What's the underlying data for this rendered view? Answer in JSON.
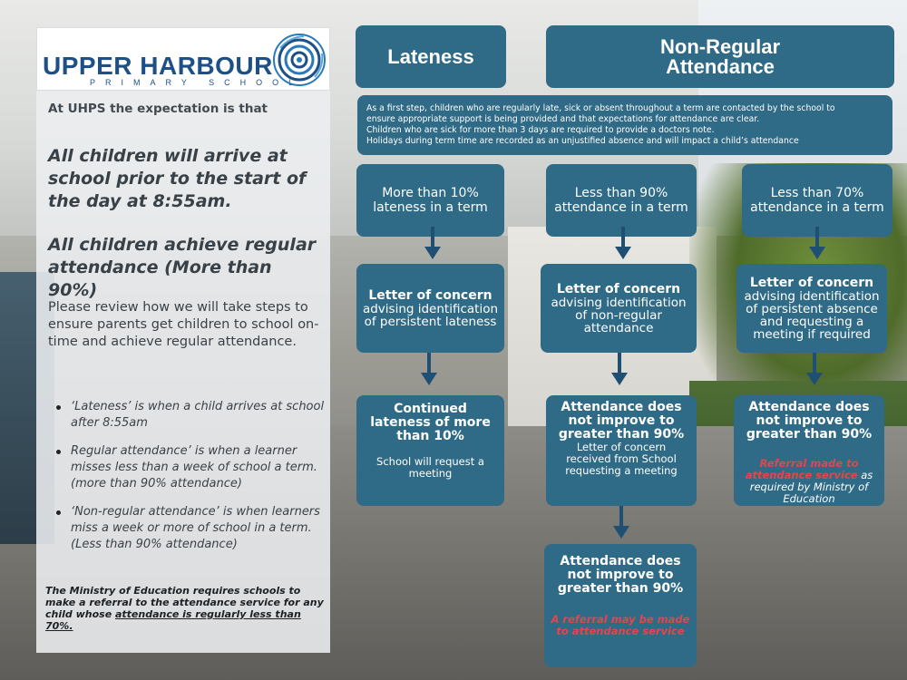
{
  "logo": {
    "main": "UPPER HARBOUR",
    "sub": "PRIMARY SCHOOL",
    "emblem_icon": "swirl-emblem-icon",
    "brand_color": "#1e4f86"
  },
  "left": {
    "intro": "At UHPS the expectation is that",
    "statement1": "All children will arrive at school prior to the start of the day at 8:55am.",
    "statement2": "All children achieve regular attendance (More than 90%)",
    "review": "Please review how we will take steps to ensure parents get children to school on-time and achieve regular attendance.",
    "bullets": [
      "‘Lateness’ is when a child arrives at school after 8:55am",
      "Regular attendance’ is when a learner misses less than a week of school a term. (more than 90% attendance)",
      "‘Non-regular attendance’ is when learners miss a week or more of school in a term. (Less than 90% attendance)"
    ],
    "ministry_pre": "The Ministry of Education requires schools to make a referral to the attendance service for any child whose ",
    "ministry_underlined": "attendance is regularly less than 70%."
  },
  "headers": {
    "lateness": "Lateness",
    "nonregular": "Non-Regular Attendance"
  },
  "info": {
    "lines": [
      "As a first step, children who are regularly late, sick or absent throughout a term are  contacted by the school to",
      "ensure appropriate support is being provided and that expectations for attendance are clear.",
      "Children who are sick for more than 3 days are required to provide a doctors note.",
      "Holidays during term time are recorded as an unjustified absence and will impact a child’s attendance"
    ]
  },
  "columns": {
    "late": {
      "trigger": "More than 10% lateness in a term",
      "letter_title": "Letter of concern",
      "letter_body": "advising identification of persistent lateness",
      "step2_title": "Continued lateness of more than 10%",
      "step2_body": "School will request a meeting"
    },
    "below90": {
      "trigger": "Less than 90% attendance in a term",
      "letter_title": "Letter of concern",
      "letter_body": "advising identification of non-regular attendance",
      "step2_title": "Attendance does not improve to greater than 90%",
      "step2_body": "Letter of concern received from School requesting a meeting",
      "step3_title": "Attendance does not improve to greater than 90%",
      "step3_body": "A referral may be made to attendance service"
    },
    "below70": {
      "trigger": "Less than 70% attendance in a term",
      "letter_title": "Letter of concern",
      "letter_body": "advising identification of persistent absence and requesting a meeting if required",
      "step2_title": "Attendance does not improve to greater than 90%",
      "step2_red": "Referral made to attendance service",
      "step2_rest": " as required by Ministry of Education"
    }
  },
  "colors": {
    "box": "#2f6a86",
    "accent_red": "#e5454b",
    "arrow": "#1f4f73"
  },
  "arrows": {
    "icon": "down-arrow-icon"
  }
}
